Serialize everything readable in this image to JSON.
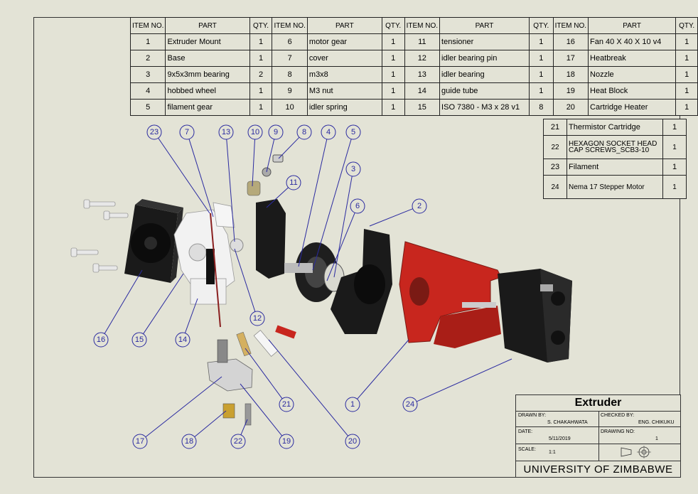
{
  "bom_main": {
    "headers": [
      "ITEM NO.",
      "PART",
      "QTY.",
      "ITEM NO.",
      "PART",
      "QTY.",
      "ITEM NO.",
      "PART",
      "QTY.",
      "ITEM NO.",
      "PART",
      "QTY."
    ],
    "rows": [
      [
        [
          "1",
          "Extruder Mount",
          "1"
        ],
        [
          "6",
          "motor gear",
          "1"
        ],
        [
          "11",
          "tensioner",
          "1"
        ],
        [
          "16",
          "Fan 40 X 40 X 10 v4",
          "1"
        ]
      ],
      [
        [
          "2",
          "Base",
          "1"
        ],
        [
          "7",
          "cover",
          "1"
        ],
        [
          "12",
          "idler bearing pin",
          "1"
        ],
        [
          "17",
          "Heatbreak",
          "1"
        ]
      ],
      [
        [
          "3",
          "9x5x3mm bearing",
          "2"
        ],
        [
          "8",
          "m3x8",
          "1"
        ],
        [
          "13",
          "idler bearing",
          "1"
        ],
        [
          "18",
          "Nozzle",
          "1"
        ]
      ],
      [
        [
          "4",
          "hobbed wheel",
          "1"
        ],
        [
          "9",
          "M3 nut",
          "1"
        ],
        [
          "14",
          "guide tube",
          "1"
        ],
        [
          "19",
          "Heat Block",
          "1"
        ]
      ],
      [
        [
          "5",
          "filament gear",
          "1"
        ],
        [
          "10",
          "idler spring",
          "1"
        ],
        [
          "15",
          "ISO 7380 - M3 x 28 v1",
          "8"
        ],
        [
          "20",
          "Cartridge Heater",
          "1"
        ]
      ]
    ]
  },
  "bom_ext": [
    [
      "21",
      "Thermistor Cartridge",
      "1"
    ],
    [
      "22",
      "HEXAGON SOCKET HEAD CAP SCREWS_SCB3-10",
      "1"
    ],
    [
      "23",
      "Filament",
      "1"
    ],
    [
      "24",
      "Nema 17 Stepper Motor",
      "1"
    ]
  ],
  "title_block": {
    "title": "Extruder",
    "drawn_by_label": "DRAWN BY:",
    "drawn_by": "S. CHAKAHWATA",
    "checked_by_label": "CHECKED BY:",
    "checked_by": "ENG. CHIKUKU",
    "date_label": "DATE:",
    "date": "5/11/2019",
    "drawing_no_label": "DRAWING NO:",
    "drawing_no": "1",
    "scale_label": "SCALE:",
    "scale": "1:1",
    "institution": "UNIVERSITY OF ZIMBABWE"
  },
  "balloons": [
    "23",
    "7",
    "13",
    "10",
    "9",
    "8",
    "4",
    "5",
    "3",
    "6",
    "2",
    "11",
    "12",
    "16",
    "15",
    "14",
    "21",
    "1",
    "24",
    "17",
    "18",
    "22",
    "19",
    "20"
  ],
  "colors": {
    "line": "#2a2aa0",
    "part_red": "#c8261e",
    "part_black": "#1a1a1a",
    "part_white": "#f0f0f0",
    "background": "#e3e3d6"
  }
}
